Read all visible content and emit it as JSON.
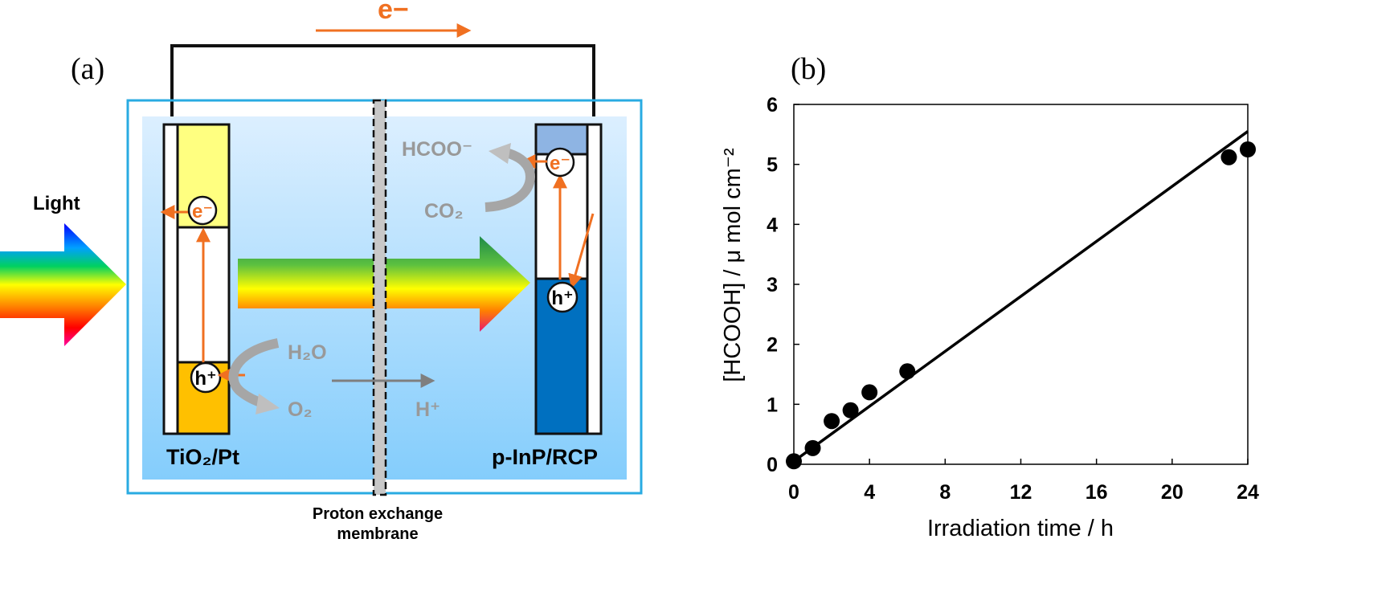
{
  "panel_a": {
    "label": "(a)",
    "electron_flow_label": "e−",
    "light_label": "Light",
    "left_electrode_label": "TiO₂/Pt",
    "right_electrode_label": "p-InP/RCP",
    "membrane_label_line1": "Proton exchange",
    "membrane_label_line2": "membrane",
    "electron_symbol": "e⁻",
    "hole_symbol": "h⁺",
    "water_label": "H₂O",
    "oxygen_label": "O₂",
    "proton_label": "H⁺",
    "co2_label": "CO₂",
    "formate_label": "HCOO⁻",
    "colors": {
      "electron_arrow": "#f07021",
      "tank_border": "#29abe2",
      "tio2_cb": "#ffff80",
      "tio2_vb": "#ffc000",
      "inp_cb": "#8eb4e3",
      "inp_vb": "#0070c0",
      "reaction_text": "#999999"
    }
  },
  "panel_b": {
    "label": "(b)",
    "chart_data": {
      "type": "scatter",
      "xlabel": "Irradiation time / h",
      "ylabel": "[HCOOH] / μ mol cm⁻²",
      "xlim": [
        0,
        24
      ],
      "ylim": [
        0,
        6
      ],
      "x_ticks": [
        0,
        4,
        8,
        12,
        16,
        20,
        24
      ],
      "y_ticks": [
        0,
        1,
        2,
        3,
        4,
        5,
        6
      ],
      "points": [
        {
          "x": 0,
          "y": 0.05
        },
        {
          "x": 1,
          "y": 0.27
        },
        {
          "x": 2,
          "y": 0.72
        },
        {
          "x": 3,
          "y": 0.9
        },
        {
          "x": 4,
          "y": 1.2
        },
        {
          "x": 6,
          "y": 1.55
        },
        {
          "x": 23,
          "y": 5.12
        },
        {
          "x": 24,
          "y": 5.25
        }
      ],
      "fit_line": {
        "x": [
          0,
          24
        ],
        "y": [
          0.05,
          5.55
        ]
      },
      "grid": false
    }
  }
}
